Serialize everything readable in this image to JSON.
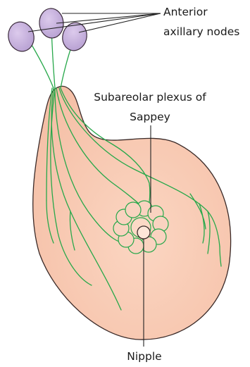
{
  "labels": {
    "anterior_line1": "Anterior",
    "anterior_line2": "axillary nodes",
    "subareolar_line1": "Subareolar plexus of",
    "subareolar_line2": "Sappey",
    "nipple": "Nipple"
  },
  "colors": {
    "breast_fill": "#f8cab2",
    "breast_stroke": "#3a2a28",
    "node_fill": "#c9b5dd",
    "node_stroke": "#3a2a3a",
    "lymph_vessel": "#27a84a",
    "leader_line": "#222222"
  }
}
